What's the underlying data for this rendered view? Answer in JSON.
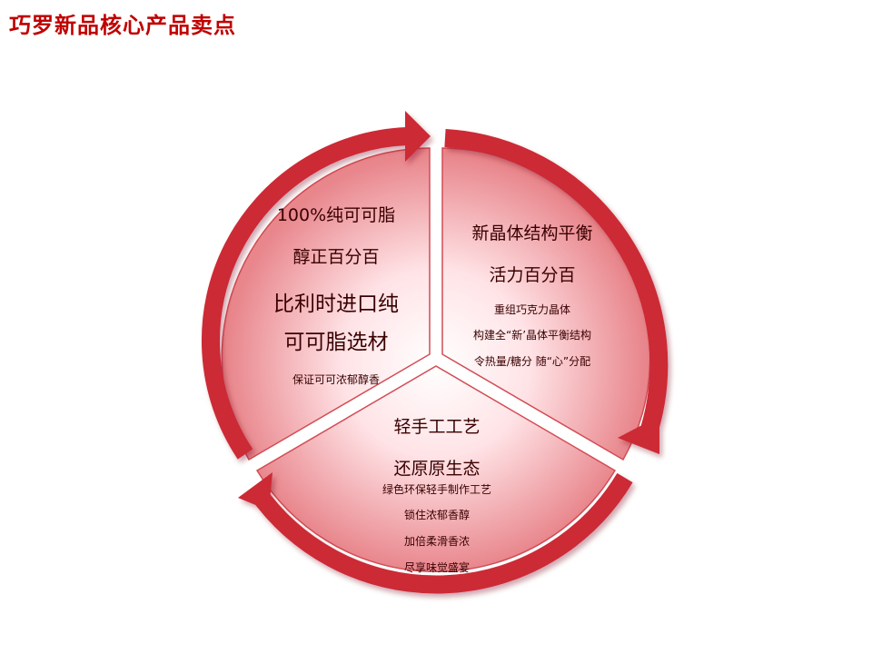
{
  "title": "巧罗新品核心产品卖点",
  "colors": {
    "title": "#c00000",
    "ring": "#cc2a35",
    "ring_dark": "#9e1620",
    "segment_light": "#ffeef0",
    "segment_dark": "#e6787f",
    "text": "#3a0000"
  },
  "segments": [
    {
      "id": "left",
      "lines": [
        "100%纯可可脂",
        "醇正百分百",
        "比利时进口纯",
        "可可脂选材",
        "保证可可浓郁醇香"
      ]
    },
    {
      "id": "right",
      "lines": [
        "新晶体结构平衡",
        "活力百分百",
        "重组巧克力晶体",
        "构建全“新’晶体平衡结构",
        "令热量/糖分  随“心”分配"
      ]
    },
    {
      "id": "bottom",
      "lines": [
        "轻手工工艺",
        "还原原生态",
        "绿色环保轻手制作工艺",
        "锁住浓郁香醇",
        "加倍柔滑香浓",
        "尽享味觉盛宴"
      ]
    }
  ]
}
